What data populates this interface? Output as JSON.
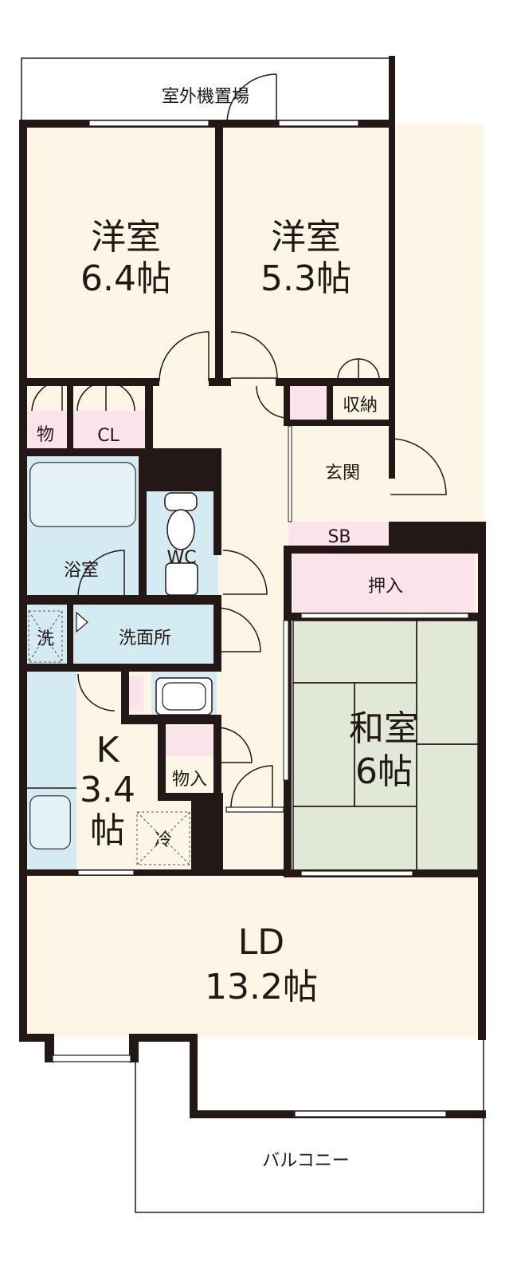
{
  "rooms": {
    "outdoor_unit": "室外機置場",
    "western_room_1": {
      "name": "洋室",
      "size": "6.4帖"
    },
    "western_room_2": {
      "name": "洋室",
      "size": "5.3帖"
    },
    "storage_mono": "物",
    "closet": "CL",
    "storage_shuno": "収納",
    "entrance": "玄関",
    "shoe_box": "SB",
    "bath": "浴室",
    "toilet": "WC",
    "washroom": "洗面所",
    "washer": "洗",
    "oshiire": "押入",
    "japanese_room": {
      "name": "和室",
      "size": "6帖"
    },
    "kitchen": {
      "name": "K",
      "size": "3.4",
      "unit": "帖"
    },
    "storage_monoire": "物入",
    "fridge": "冷",
    "living_dining": {
      "name": "LD",
      "size": "13.2帖"
    },
    "balcony": "バルコニー"
  },
  "colors": {
    "floor": "#fdf6e6",
    "wet_area": "#d4ebf4",
    "storage": "#fbe3ec",
    "tatami": "#e2e8d8",
    "wall": "#231815"
  }
}
